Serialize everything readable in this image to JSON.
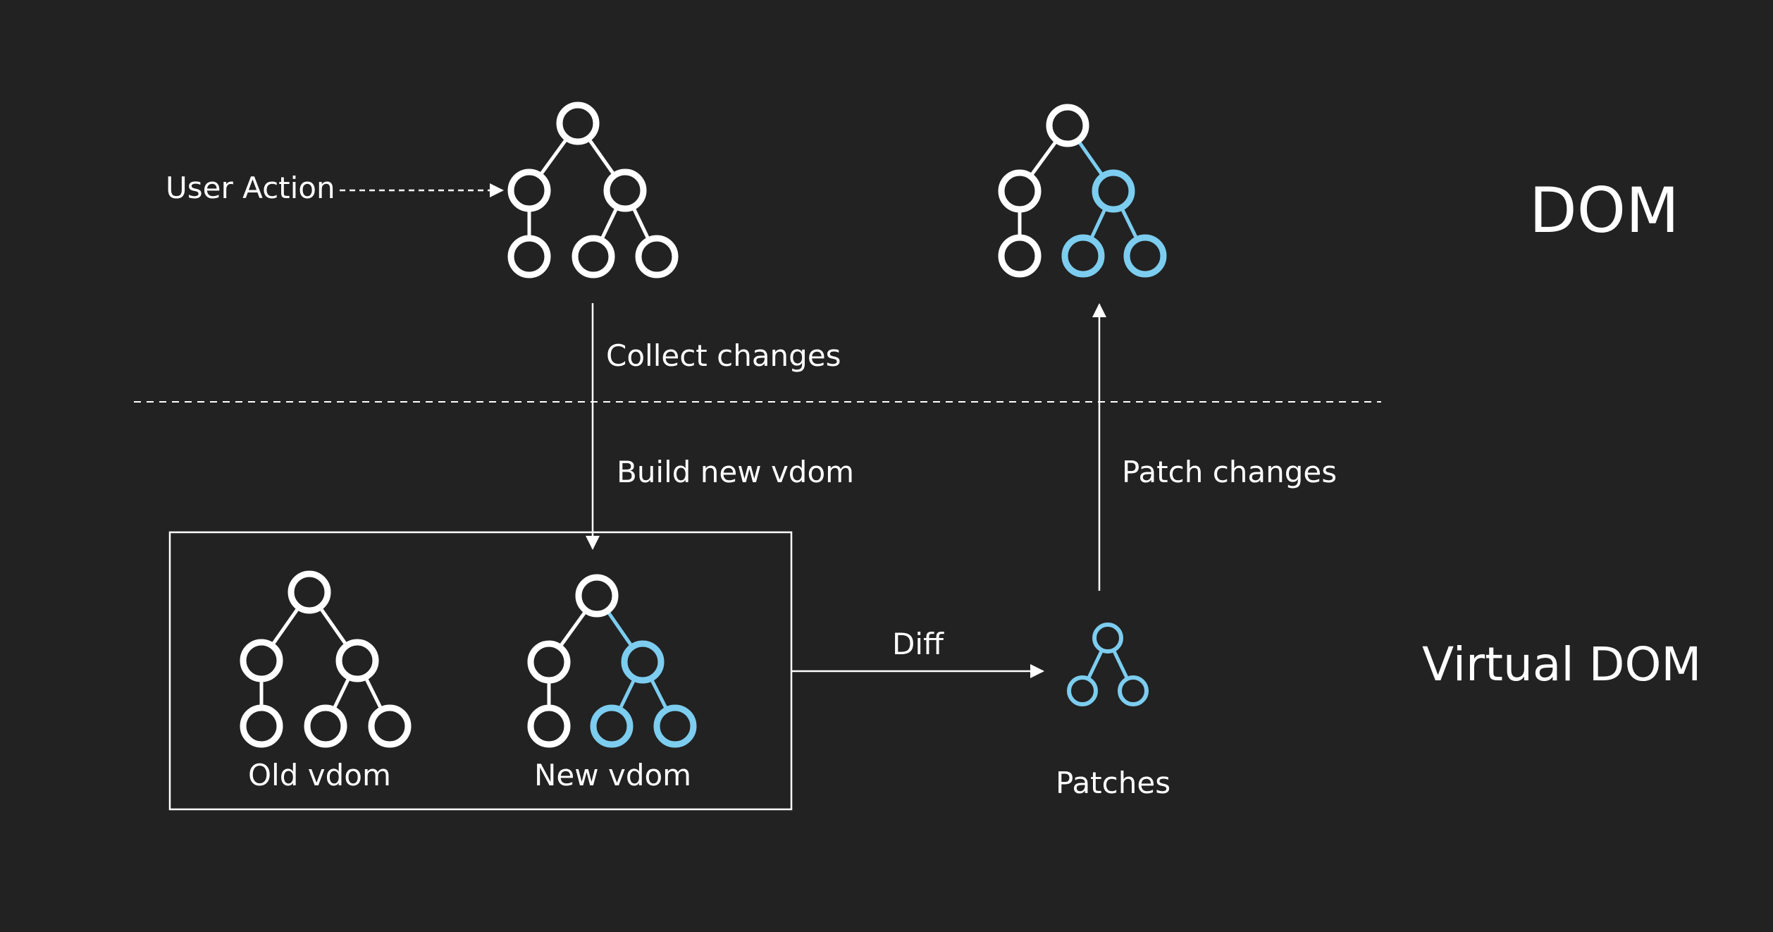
{
  "colors": {
    "background": "#222222",
    "unchanged_node": "#ffffff",
    "changed_node": "#7ccdef",
    "lines": "#ffffff"
  },
  "labels": {
    "user_action": "User Action",
    "collect_changes": "Collect changes",
    "build_new_vdom": "Build new vdom",
    "patch_changes": "Patch changes",
    "diff": "Diff",
    "old_vdom": "Old vdom",
    "new_vdom": "New vdom",
    "patches": "Patches",
    "dom_layer": "DOM",
    "virtual_dom_layer": "Virtual DOM"
  },
  "trees": {
    "dom_before": {
      "changed_nodes": []
    },
    "dom_after": {
      "changed_nodes": [
        "right-child",
        "right-grandchild-left",
        "right-grandchild-right"
      ]
    },
    "old_vdom": {
      "changed_nodes": []
    },
    "new_vdom": {
      "changed_nodes": [
        "right-child",
        "right-grandchild-left",
        "right-grandchild-right"
      ]
    },
    "patches": {
      "changed_nodes": [
        "root",
        "left-child",
        "right-child"
      ]
    }
  }
}
